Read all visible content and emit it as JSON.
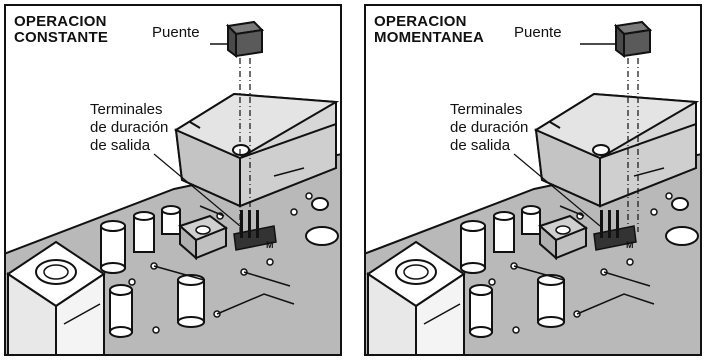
{
  "panels": [
    {
      "title_line1": "OPERACION",
      "title_line2": "CONSTANTE",
      "jumper_label": "Puente",
      "terminal_line1": "Terminales",
      "terminal_line2": "de duración",
      "terminal_line3": "de salida"
    },
    {
      "title_line1": "OPERACION",
      "title_line2": "MOMENTANEA",
      "jumper_label": "Puente",
      "terminal_line1": "Terminales",
      "terminal_line2": "de duración",
      "terminal_line3": "de salida"
    }
  ],
  "colors": {
    "board": "#b9b9b9",
    "relay": "#d2d2d2",
    "jumper": "#555555",
    "outline": "#111111"
  }
}
